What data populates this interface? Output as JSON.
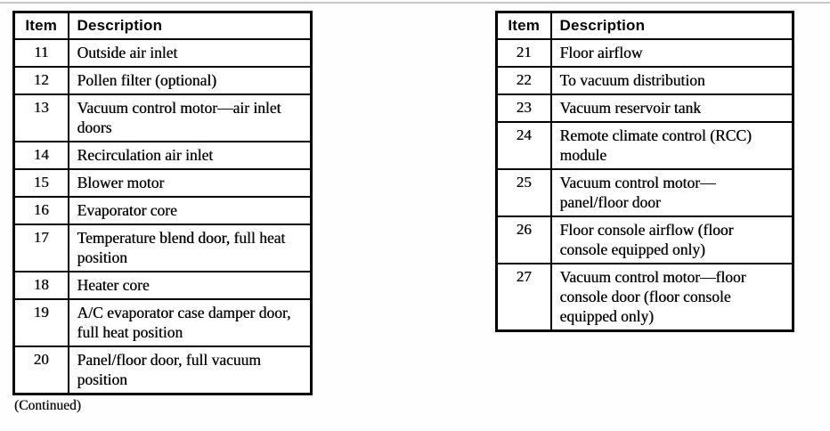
{
  "page": {
    "continued_label": "(Continued)"
  },
  "colors": {
    "border": "#000000",
    "background": "#fefefe",
    "top_rule": "#c6c6c6",
    "text": "#0a0a0a"
  },
  "tables": [
    {
      "id": "items-11-20",
      "headers": [
        "Item",
        "Description"
      ],
      "rows": [
        {
          "item": "11",
          "description": "Outside air inlet"
        },
        {
          "item": "12",
          "description": "Pollen filter (optional)"
        },
        {
          "item": "13",
          "description": "Vacuum control motor—air inlet doors"
        },
        {
          "item": "14",
          "description": "Recirculation air inlet"
        },
        {
          "item": "15",
          "description": "Blower motor"
        },
        {
          "item": "16",
          "description": "Evaporator core"
        },
        {
          "item": "17",
          "description": "Temperature blend door, full heat position"
        },
        {
          "item": "18",
          "description": "Heater core"
        },
        {
          "item": "19",
          "description": "A/C evaporator case damper door, full heat position"
        },
        {
          "item": "20",
          "description": "Panel/floor door, full vacuum position"
        }
      ]
    },
    {
      "id": "items-21-27",
      "headers": [
        "Item",
        "Description"
      ],
      "rows": [
        {
          "item": "21",
          "description": "Floor airflow"
        },
        {
          "item": "22",
          "description": "To vacuum distribution"
        },
        {
          "item": "23",
          "description": "Vacuum reservoir tank"
        },
        {
          "item": "24",
          "description": "Remote climate control (RCC) module"
        },
        {
          "item": "25",
          "description": "Vacuum control motor—panel/floor door"
        },
        {
          "item": "26",
          "description": "Floor console airflow (floor console equipped only)"
        },
        {
          "item": "27",
          "description": "Vacuum control motor—floor console door (floor console equipped only)"
        }
      ]
    }
  ]
}
